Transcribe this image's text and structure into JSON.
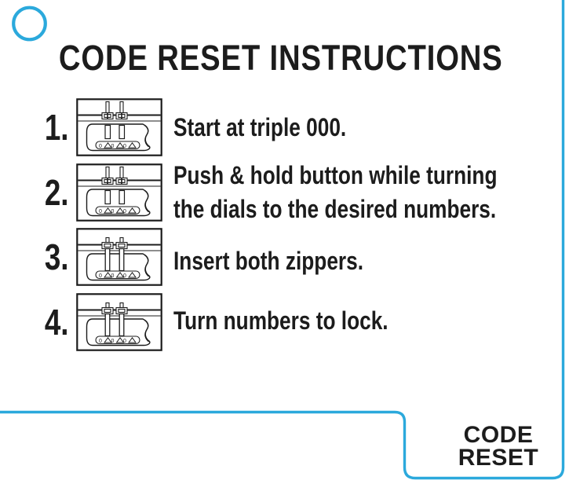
{
  "title": "CODE RESET INSTRUCTIONS",
  "steps": [
    {
      "number": "1.",
      "lines": [
        "Start at triple 000."
      ],
      "illustration": "lock-zippers-out-dials-000"
    },
    {
      "number": "2.",
      "lines": [
        "Push & hold button while turning",
        "the dials to the desired numbers."
      ],
      "illustration": "lock-zippers-out-turning-dials"
    },
    {
      "number": "3.",
      "lines": [
        "Insert both zippers."
      ],
      "illustration": "lock-zippers-inserted"
    },
    {
      "number": "4.",
      "lines": [
        "Turn numbers to lock."
      ],
      "illustration": "lock-zippers-inserted-dials-turned"
    }
  ],
  "badge": {
    "line1": "CODE",
    "line2": "RESET"
  },
  "decorations": {
    "hole_marker": "circle-outline",
    "accent_color": "#2BA9DC",
    "text_color": "#1C1C1C"
  }
}
